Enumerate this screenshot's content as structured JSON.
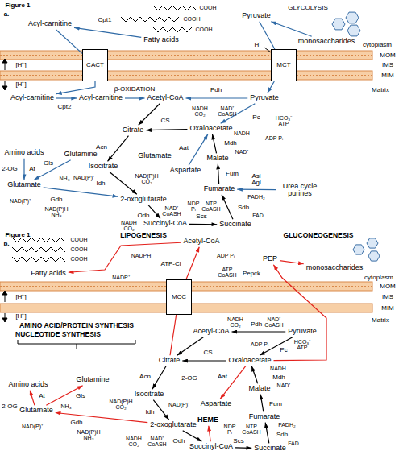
{
  "diagram": {
    "nodes": [
      {
        "text": [
          "Acyl-carnitine"
        ]
      },
      {
        "text": [
          "Fatty acids"
        ]
      },
      {
        "text": [
          "Pyruvate"
        ]
      },
      {
        "text": [
          "monosaccharides"
        ]
      },
      {
        "text": [
          "CACT"
        ]
      },
      {
        "text": [
          "MCT"
        ]
      },
      {
        "text": [
          "Acyl-carnitine"
        ]
      },
      {
        "text": [
          "Acyl-carnitine"
        ]
      },
      {
        "text": [
          "Acetyl-CoA"
        ]
      },
      {
        "text": [
          "Pyruvate"
        ]
      },
      {
        "text": [
          "Citrate"
        ]
      },
      {
        "text": [
          "Oxaloacetate"
        ]
      },
      {
        "text": [
          "Isocitrate"
        ]
      },
      {
        "text": [
          "2-oxoglutarate"
        ]
      },
      {
        "text": [
          "Succinyl-CoA"
        ]
      },
      {
        "text": [
          "Succinate"
        ]
      },
      {
        "text": [
          "Fumarate"
        ]
      },
      {
        "text": [
          "Malate"
        ]
      },
      {
        "text": [
          "Aspartate"
        ]
      },
      {
        "text": [
          "Amino acids"
        ]
      },
      {
        "text": [
          "Glutamine"
        ]
      },
      {
        "text": [
          "Glutamate"
        ]
      },
      {
        "text": [
          "Urea cycle purines"
        ]
      },
      {
        "text": [
          "Fatty acids"
        ]
      },
      {
        "text": [
          "Acetyl-CoA"
        ]
      },
      {
        "text": [
          "PEP"
        ]
      },
      {
        "text": [
          "monosaccharides"
        ]
      },
      {
        "text": [
          "MCC"
        ]
      },
      {
        "text": [
          "Acetyl-CoA"
        ]
      },
      {
        "text": [
          "Pyruvate"
        ]
      },
      {
        "text": [
          "Citrate"
        ]
      },
      {
        "text": [
          "Oxaloacetate"
        ]
      },
      {
        "text": [
          "Isocitrate"
        ]
      },
      {
        "text": [
          "2-oxoglutarate"
        ]
      },
      {
        "text": [
          "Succinyl-CoA"
        ]
      },
      {
        "text": [
          "Succinate"
        ]
      },
      {
        "text": [
          "Fumarate"
        ]
      },
      {
        "text": [
          "Malate"
        ]
      },
      {
        "text": [
          "Aspartate"
        ]
      },
      {
        "text": [
          "Amino acids"
        ]
      },
      {
        "text": [
          "Glutamine"
        ]
      },
      {
        "text": [
          "Glutamate"
        ]
      },
      {
        "text": [
          "HEME"
        ]
      }
    ],
    "edges": [
      {
        "from": 1,
        "to": 0,
        "arrow": "to"
      },
      {
        "from": 0,
        "to": 4,
        "arrow": "none"
      },
      {
        "from": 4,
        "to": 6,
        "arrow": "to"
      },
      {
        "from": 6,
        "to": 7,
        "arrow": "to"
      },
      {
        "from": 7,
        "to": 8,
        "arrow": "to"
      },
      {
        "from": 3,
        "to": 2,
        "arrow": "to"
      },
      {
        "from": 2,
        "to": 5,
        "arrow": "none"
      },
      {
        "from": 5,
        "to": 9,
        "arrow": "to"
      },
      {
        "from": 9,
        "to": 8,
        "arrow": "to"
      },
      {
        "from": 9,
        "to": 11,
        "arrow": "to"
      },
      {
        "from": 8,
        "to": 10,
        "arrow": "to"
      },
      {
        "from": 11,
        "to": 10,
        "arrow": "to"
      },
      {
        "from": 10,
        "to": 12,
        "arrow": "to"
      },
      {
        "from": 12,
        "to": 13,
        "arrow": "to"
      },
      {
        "from": 13,
        "to": 14,
        "arrow": "to"
      },
      {
        "from": 14,
        "to": 15,
        "arrow": "to"
      },
      {
        "from": 15,
        "to": 16,
        "arrow": "to"
      },
      {
        "from": 16,
        "to": 17,
        "arrow": "to"
      },
      {
        "from": 17,
        "to": 11,
        "arrow": "to"
      },
      {
        "from": 18,
        "to": 11,
        "arrow": "to"
      },
      {
        "from": 19,
        "to": 21,
        "arrow": "to"
      },
      {
        "from": 20,
        "to": 21,
        "arrow": "to"
      },
      {
        "from": 21,
        "to": 13,
        "arrow": "to"
      },
      {
        "from": 22,
        "to": 16,
        "arrow": "to"
      },
      {
        "from": 24,
        "to": 23,
        "arrow": "to"
      },
      {
        "from": 30,
        "to": 27,
        "arrow": "none"
      },
      {
        "from": 27,
        "to": 24,
        "arrow": "to"
      },
      {
        "from": 31,
        "to": 25,
        "arrow": "to"
      },
      {
        "from": 25,
        "to": 26,
        "arrow": "to"
      },
      {
        "from": 29,
        "to": 28,
        "arrow": "to"
      },
      {
        "from": 29,
        "to": 31,
        "arrow": "to"
      },
      {
        "from": 28,
        "to": 30,
        "arrow": "to"
      },
      {
        "from": 31,
        "to": 30,
        "arrow": "to"
      },
      {
        "from": 30,
        "to": 32,
        "arrow": "to"
      },
      {
        "from": 32,
        "to": 33,
        "arrow": "to"
      },
      {
        "from": 33,
        "to": 34,
        "arrow": "to"
      },
      {
        "from": 34,
        "to": 35,
        "arrow": "to"
      },
      {
        "from": 35,
        "to": 36,
        "arrow": "to"
      },
      {
        "from": 36,
        "to": 37,
        "arrow": "to"
      },
      {
        "from": 37,
        "to": 31,
        "arrow": "to"
      },
      {
        "from": 31,
        "to": 38,
        "arrow": "to"
      },
      {
        "from": 33,
        "to": 41,
        "arrow": "to"
      },
      {
        "from": 41,
        "to": 40,
        "arrow": "to"
      },
      {
        "from": 41,
        "to": 39,
        "arrow": "to"
      },
      {
        "from": 34,
        "to": 42,
        "arrow": "to"
      }
    ],
    "labels": [
      "Figure 1",
      "a.",
      "COOH",
      "COOH",
      "COOH",
      "Cpt1",
      "GLYCOLYSIS",
      "cytoplasm",
      "MOM",
      "IMS",
      "MIM",
      "[H⁺]",
      "[H⁺]",
      "H⁺",
      "Matrix",
      "Cpt2",
      "β-OXIDATION",
      "Pdh",
      "NADH CO₂",
      "NAD⁺ CoASH",
      "Pc",
      "HCO₃⁻ ATP",
      "ADP Pᵢ",
      "CS",
      "Acn",
      "Aat",
      "Glutamate",
      "NADH",
      "Mdh",
      "NAD⁺",
      "2-OG",
      "At",
      "Gls",
      "NH₃",
      "NAD(P)⁺",
      "Idh",
      "NAD(P)H CO₂",
      "Gdh",
      "NAD(P)⁺",
      "NAD(P)H NH₃",
      "Fum",
      "Asl Agl",
      "Sdh",
      "FADH₂",
      "FAD",
      "Odh",
      "NAD⁺ CoASH",
      "NADH CO₂",
      "Scs",
      "NDP Pᵢ",
      "NTP CoASH",
      "Figure 1",
      "b.",
      "COOH",
      "COOH",
      "COOH",
      "LIPOGENESIS",
      "NADP⁺",
      "NADPH",
      "ATP-Cl",
      "ADP Pᵢ",
      "ATP CoASH",
      "GLUCONEOGENESIS",
      "Pepck",
      "cytoplasm",
      "MOM",
      "IMS",
      "MIM",
      "[H⁺]",
      "[H⁺]",
      "Matrix",
      "AMINO ACID/PROTEIN SYNTHESIS",
      "NUCLEOTIDE SYNTHESIS",
      "NADH CO₂",
      "NAD⁺ CoASH",
      "Pdh",
      "HCO₃⁻ ATP",
      "ADP Pᵢ",
      "Pc",
      "CS",
      "Acn",
      "2-OG",
      "Aat",
      "NADH",
      "Mdh",
      "NAD⁺",
      "At",
      "Gls",
      "2-OG",
      "NH₃",
      "NAD(P)⁺",
      "Idh",
      "NAD(P)H CO₂",
      "Gdh",
      "NAD(P)⁺",
      "NAD(P)H NH₃",
      "Fum",
      "Sdh",
      "FADH₂",
      "FAD",
      "Odh",
      "NAD⁺ CoASH",
      "NADH CO₂",
      "Scs",
      "NDP Pᵢ",
      "NTP CoASH"
    ]
  }
}
